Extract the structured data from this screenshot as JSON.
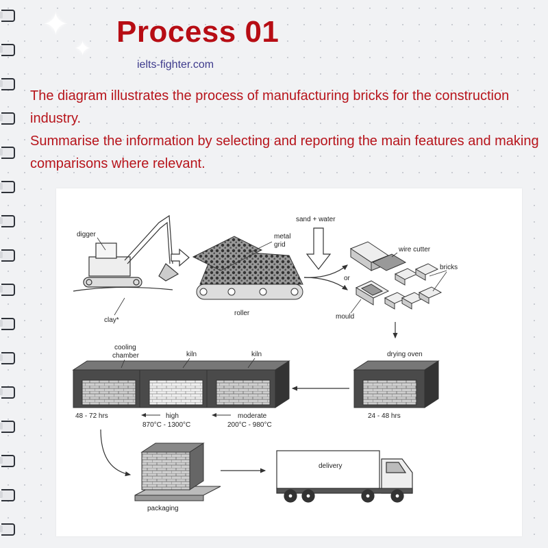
{
  "header": {
    "title": "Process 01",
    "site": "ielts-fighter.com"
  },
  "prompt": {
    "line1": "The diagram illustrates the process of manufacturing bricks for the construction industry.",
    "line2": "Summarise the information by selecting and reporting the main features and making comparisons where relevant."
  },
  "diagram": {
    "digger": "digger",
    "clay": "clay*",
    "metal": "metal",
    "grid": "grid",
    "roller": "roller",
    "sand_water": "sand + water",
    "wire_cutter": "wire cutter",
    "or": "or",
    "bricks": "bricks",
    "mould": "mould",
    "drying_oven": "drying oven",
    "drying_time": "24 - 48 hrs",
    "cooling1": "cooling",
    "cooling2": "chamber",
    "kiln_high": "kiln",
    "kiln_moderate": "kiln",
    "cooling_time": "48 - 72 hrs",
    "high": "high",
    "high_temp": "870°C - 1300°C",
    "moderate": "moderate",
    "moderate_temp": "200°C - 980°C",
    "packaging": "packaging",
    "delivery": "delivery"
  },
  "colors": {
    "title": "#b70d14",
    "prompt": "#b7141b",
    "site": "#3d3a8c"
  }
}
